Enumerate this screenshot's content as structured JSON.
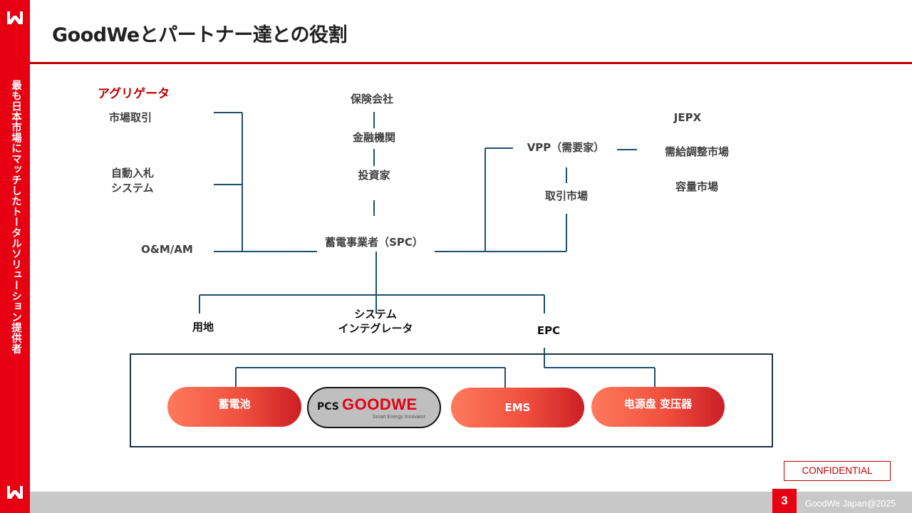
{
  "sidebar": {
    "tagline": "最も日本市場にマッチしたトータルソリューション提供者",
    "brand_color": "#e60012"
  },
  "header": {
    "title": "GoodWeとパートナー達との役割"
  },
  "diagram": {
    "aggregator": {
      "title": "アグリゲータ",
      "items": [
        "市場取引",
        "自動入札\nシステム",
        "O&M/AM"
      ]
    },
    "finance": [
      "保険会社",
      "金融機関",
      "投資家"
    ],
    "spc": "蓄電事業者（SPC）",
    "vpp": "VPP（需要家）",
    "trading_market": "取引市場",
    "markets": [
      "JEPX",
      "需給調整市場",
      "容量市場"
    ],
    "bottom": {
      "land": "用地",
      "integrator": "システム\nインテグレータ",
      "epc": "EPC"
    },
    "components": {
      "battery": "蓄電池",
      "pcs_label": "PCS",
      "pcs_brand": "GOODWE",
      "pcs_brand_sub": "Smart Energy Innovator",
      "ems": "EMS",
      "power": "电源盘 变压器"
    }
  },
  "footer": {
    "confidential": "CONFIDENTIAL",
    "page_number": "3",
    "copyright": "GoodWe Japan@2025"
  }
}
